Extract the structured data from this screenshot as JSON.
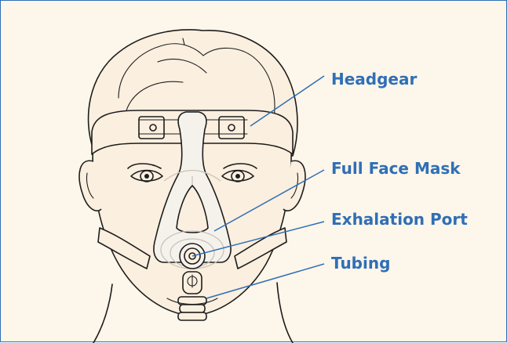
{
  "colors": {
    "background": "#fdf6ea",
    "border": "#2f6fb6",
    "label": "#2f6fb6",
    "face_fill": "#fbefdf",
    "mask_fill": "#f5f2ec",
    "ink": "#1d1d1d"
  },
  "labels": {
    "headgear": "Headgear",
    "full_face_mask": "Full Face Mask",
    "exhalation_port": "Exhalation Port",
    "tubing": "Tubing"
  }
}
